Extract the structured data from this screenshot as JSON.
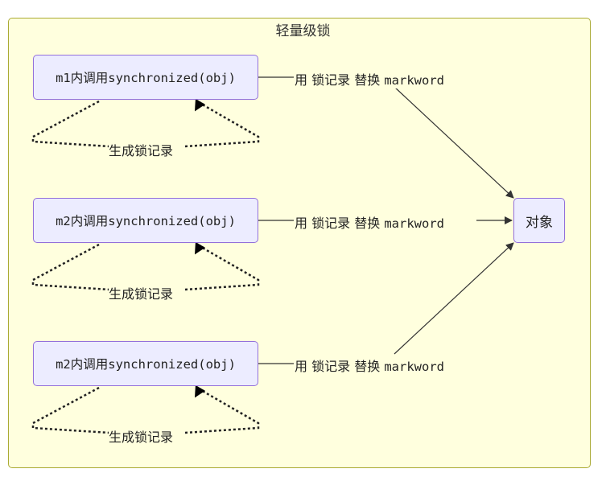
{
  "diagram": {
    "group_title": "轻量级锁",
    "nodes": [
      {
        "id": "m1",
        "label": "m1内调用synchronized(obj)"
      },
      {
        "id": "m2a",
        "label": "m2内调用synchronized(obj)"
      },
      {
        "id": "m2b",
        "label": "m2内调用synchronized(obj)"
      },
      {
        "id": "obj",
        "label": "对象"
      }
    ],
    "edge_label_parts": {
      "use": "用",
      "lock_record": "锁记录",
      "replace": "替换",
      "markword": "markword"
    },
    "loop_label": "生成锁记录"
  },
  "colors": {
    "group_fill": "#ffffde",
    "group_border": "#aaaa33",
    "node_fill": "#ececff",
    "node_border": "#9370db",
    "edge": "#333333"
  }
}
